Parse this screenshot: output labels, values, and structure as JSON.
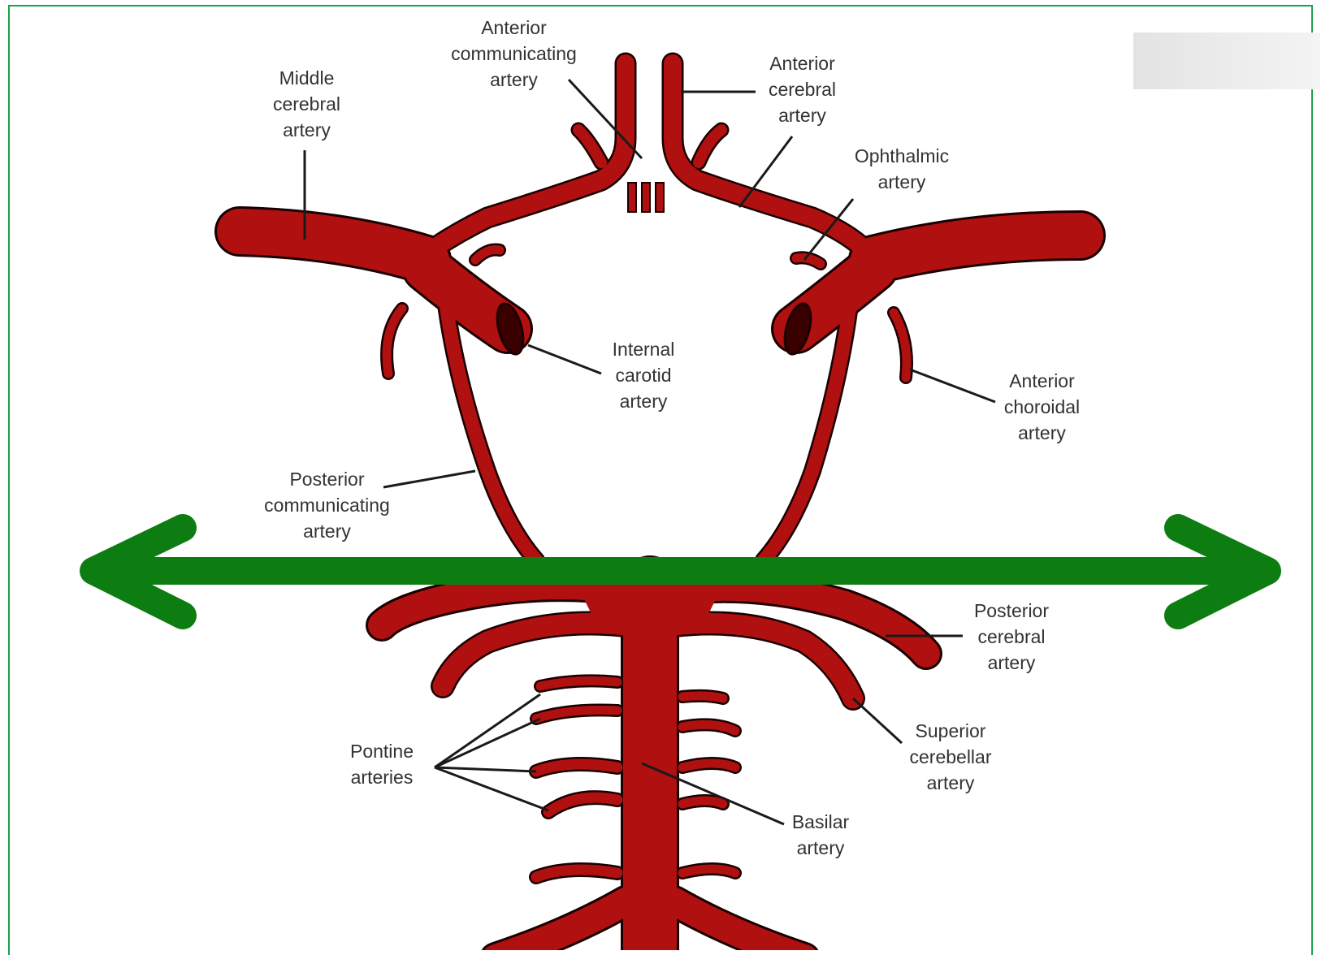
{
  "colors": {
    "artery": "#b01010",
    "artery_outline": "#1a0000",
    "arrow": "#0d7d12",
    "frame_border": "#1aa34a",
    "label_text": "#333333",
    "leader_line": "#1a1a1a"
  },
  "labels": {
    "anterior_communicating": "Anterior\ncommunicating\nartery",
    "middle_cerebral": "Middle\ncerebral\nartery",
    "anterior_cerebral": "Anterior\ncerebral\nartery",
    "ophthalmic": "Ophthalmic\nartery",
    "internal_carotid": "Internal\ncarotid\nartery",
    "anterior_choroidal": "Anterior\nchoroidal\nartery",
    "posterior_communicating": "Posterior\ncommunicating\nartery",
    "posterior_cerebral": "Posterior\ncerebral\nartery",
    "superior_cerebellar": "Superior\ncerebellar\nartery",
    "pontine": "Pontine\narteries",
    "basilar": "Basilar\nartery"
  },
  "arrow_icon": "double-headed-arrow-icon"
}
